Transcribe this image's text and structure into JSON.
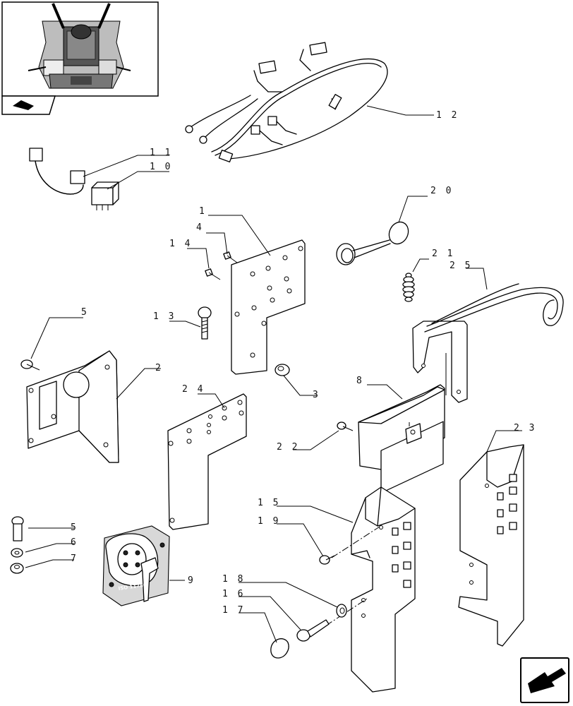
{
  "stamp_text": "ISO 11786",
  "callouts": [
    {
      "id": "12",
      "text": "1 2"
    },
    {
      "id": "11",
      "text": "1 1"
    },
    {
      "id": "10",
      "text": "1 0"
    },
    {
      "id": "20",
      "text": "2 0"
    },
    {
      "id": "1",
      "text": "1"
    },
    {
      "id": "4",
      "text": "4"
    },
    {
      "id": "14",
      "text": "1 4"
    },
    {
      "id": "21",
      "text": "2 1"
    },
    {
      "id": "25",
      "text": "2 5"
    },
    {
      "id": "13",
      "text": "1 3"
    },
    {
      "id": "5a",
      "text": "5"
    },
    {
      "id": "2",
      "text": "2"
    },
    {
      "id": "3",
      "text": "3"
    },
    {
      "id": "8",
      "text": "8"
    },
    {
      "id": "24",
      "text": "2 4"
    },
    {
      "id": "22",
      "text": "2 2"
    },
    {
      "id": "23",
      "text": "2 3"
    },
    {
      "id": "5b",
      "text": "5"
    },
    {
      "id": "6",
      "text": "6"
    },
    {
      "id": "7",
      "text": "7"
    },
    {
      "id": "15",
      "text": "1 5"
    },
    {
      "id": "19",
      "text": "1 9"
    },
    {
      "id": "9",
      "text": "9"
    },
    {
      "id": "18",
      "text": "1 8"
    },
    {
      "id": "16",
      "text": "1 6"
    },
    {
      "id": "17",
      "text": "1 7"
    }
  ]
}
